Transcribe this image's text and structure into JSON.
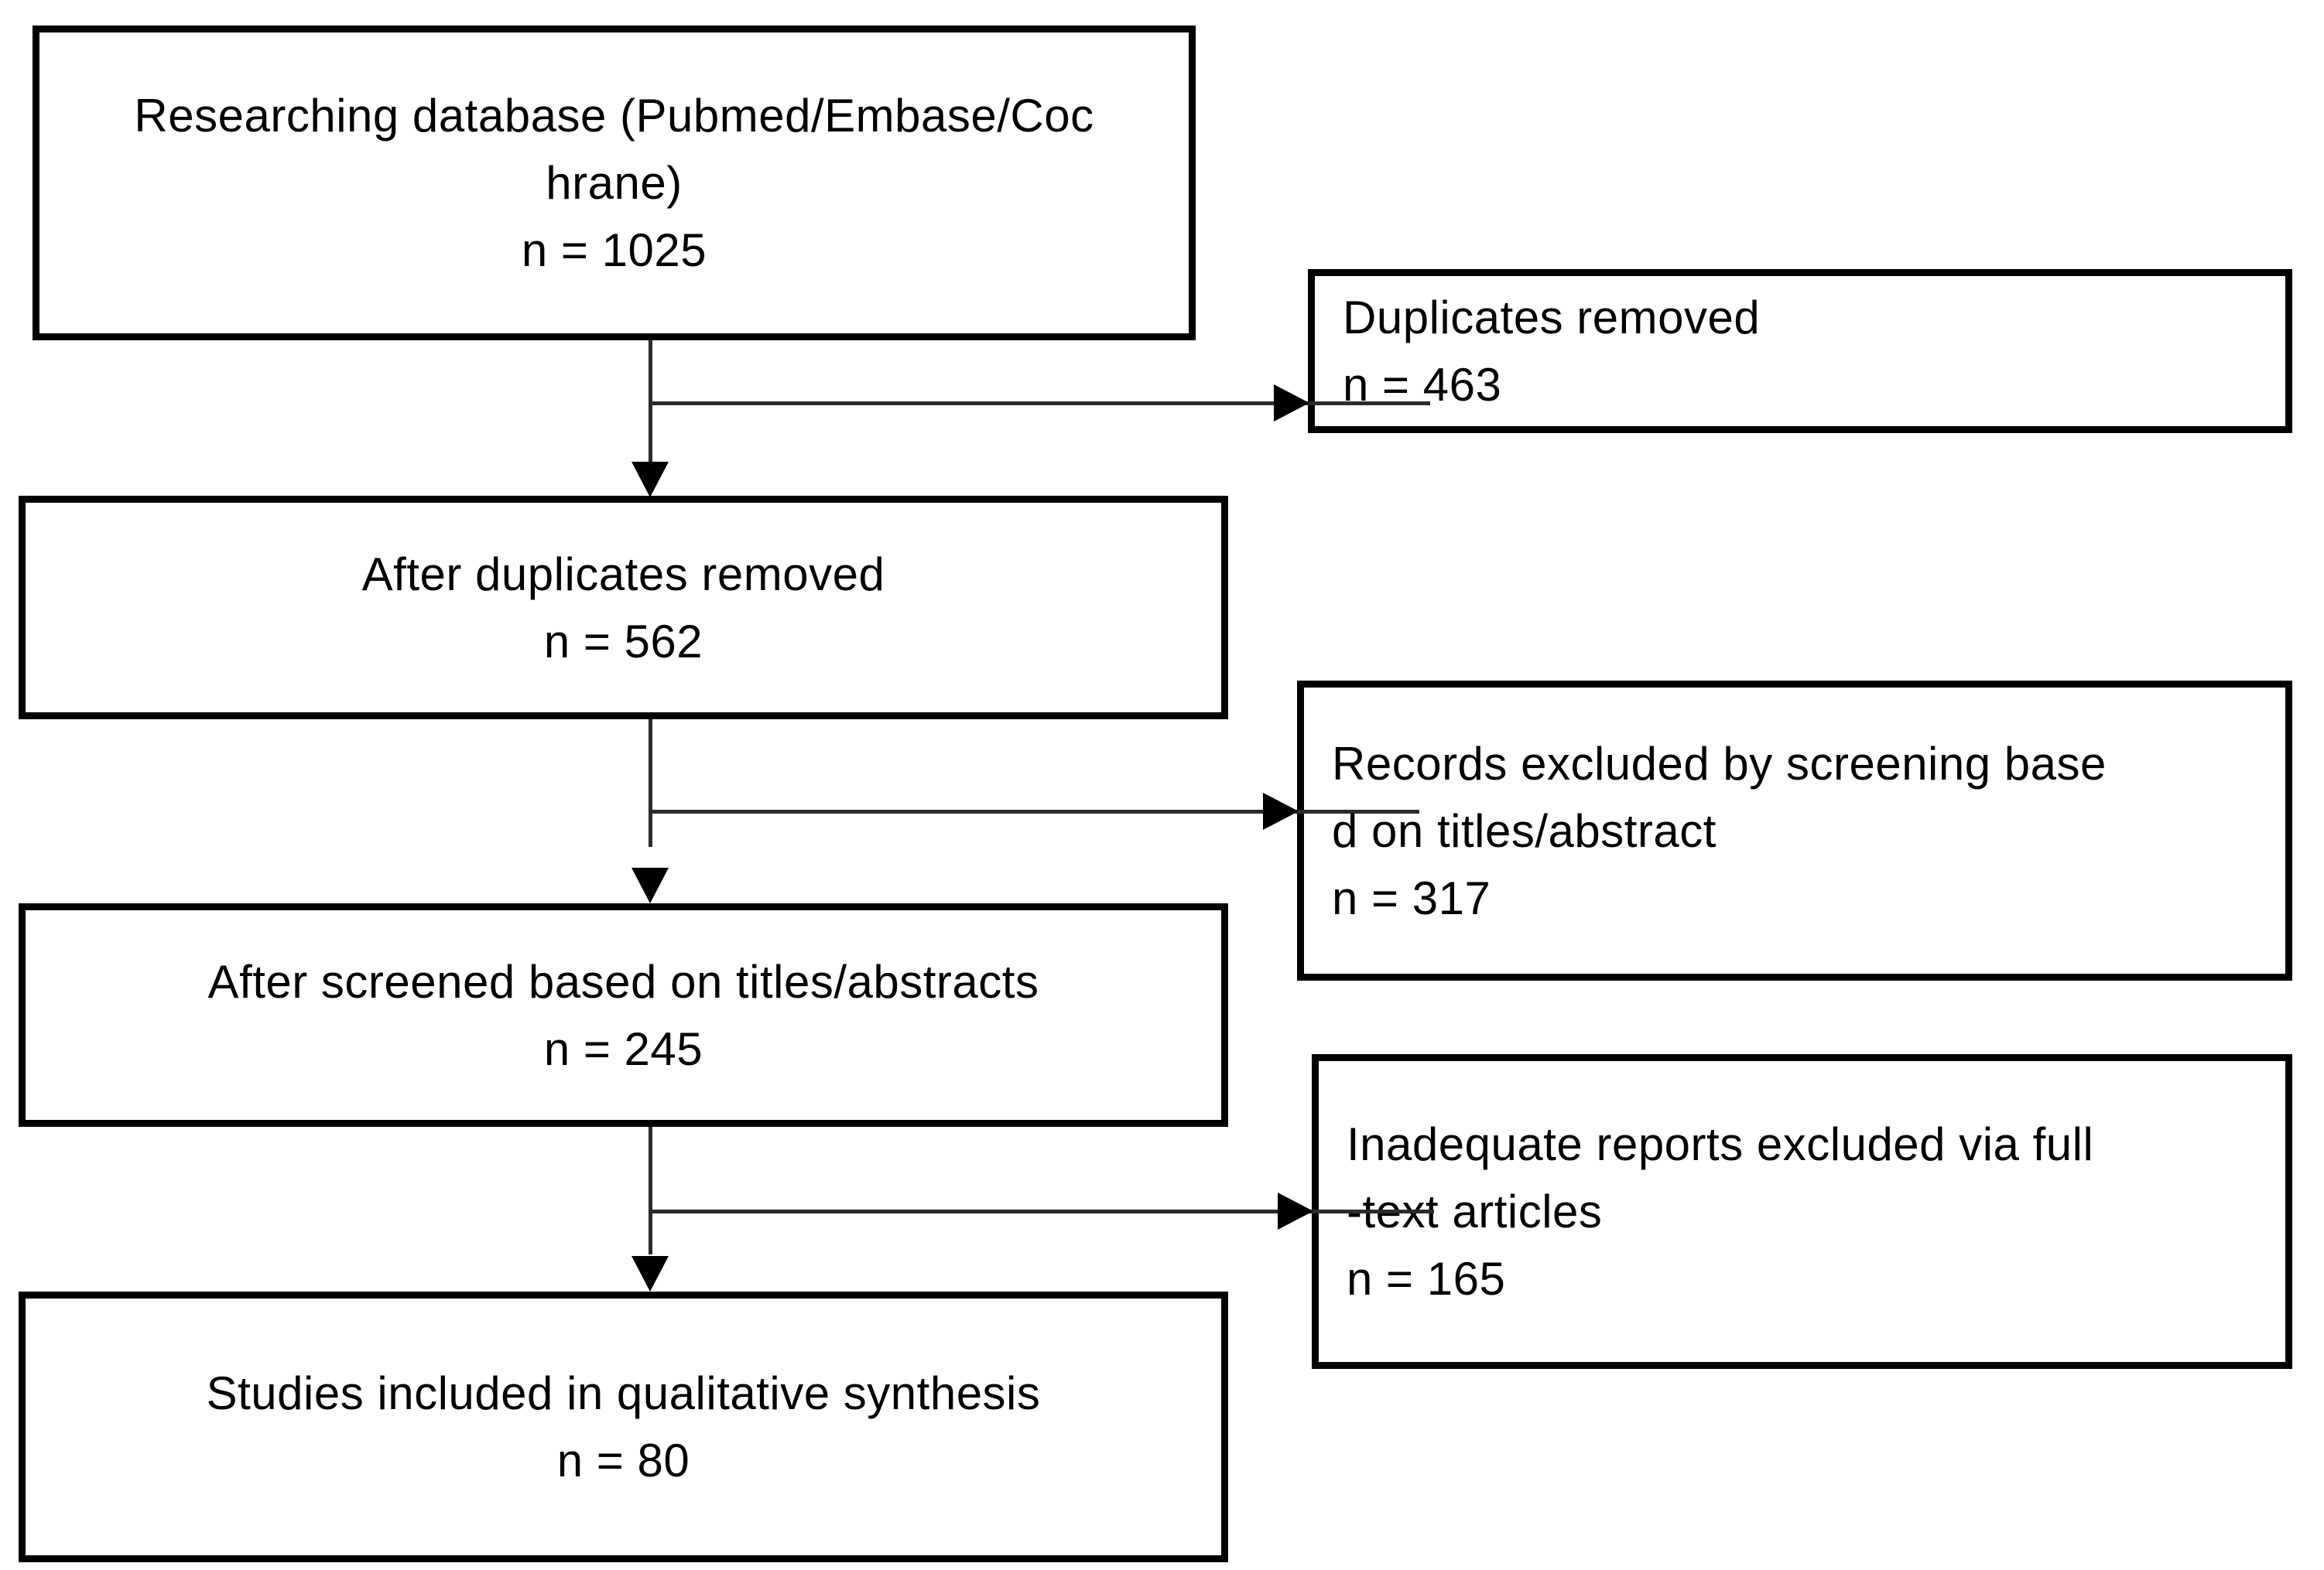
{
  "diagram": {
    "type": "prisma-flow-diagram",
    "title": "Study selection flow",
    "colors": {
      "box_border": "#000000",
      "background": "#ffffff",
      "text": "#000000",
      "connector": "#2b2b2b"
    },
    "main_flow": [
      {
        "id": "identification",
        "lines": [
          "Researching database (Pubmed/Embase/Coc",
          "hrane)",
          "n = 1025"
        ],
        "count_label": "n = 1025",
        "count": 1025,
        "align": "center"
      },
      {
        "id": "after-duplicates",
        "lines": [
          "After duplicates removed",
          "n = 562"
        ],
        "count_label": "n = 562",
        "count": 562,
        "align": "center"
      },
      {
        "id": "after-screening",
        "lines": [
          "After screened based on titles/abstracts",
          "n = 245"
        ],
        "count_label": "n = 245",
        "count": 245,
        "align": "center"
      },
      {
        "id": "included",
        "lines": [
          "Studies included in qualitative synthesis",
          "n = 80"
        ],
        "count_label": "n = 80",
        "count": 80,
        "align": "center"
      }
    ],
    "exclusions": [
      {
        "id": "duplicates-removed",
        "lines": [
          "Duplicates removed",
          "n = 463"
        ],
        "count_label": "n = 463",
        "count": 463,
        "align": "left"
      },
      {
        "id": "records-excluded-screening",
        "lines": [
          "Records excluded by screening base",
          "d on titles/abstract",
          "n = 317"
        ],
        "count_label": "n = 317",
        "count": 317,
        "align": "left"
      },
      {
        "id": "inadequate-reports-excluded",
        "lines": [
          "Inadequate reports excluded via full",
          "-text articles",
          "n = 165"
        ],
        "count_label": "n = 165",
        "count": 165,
        "align": "left"
      }
    ]
  }
}
